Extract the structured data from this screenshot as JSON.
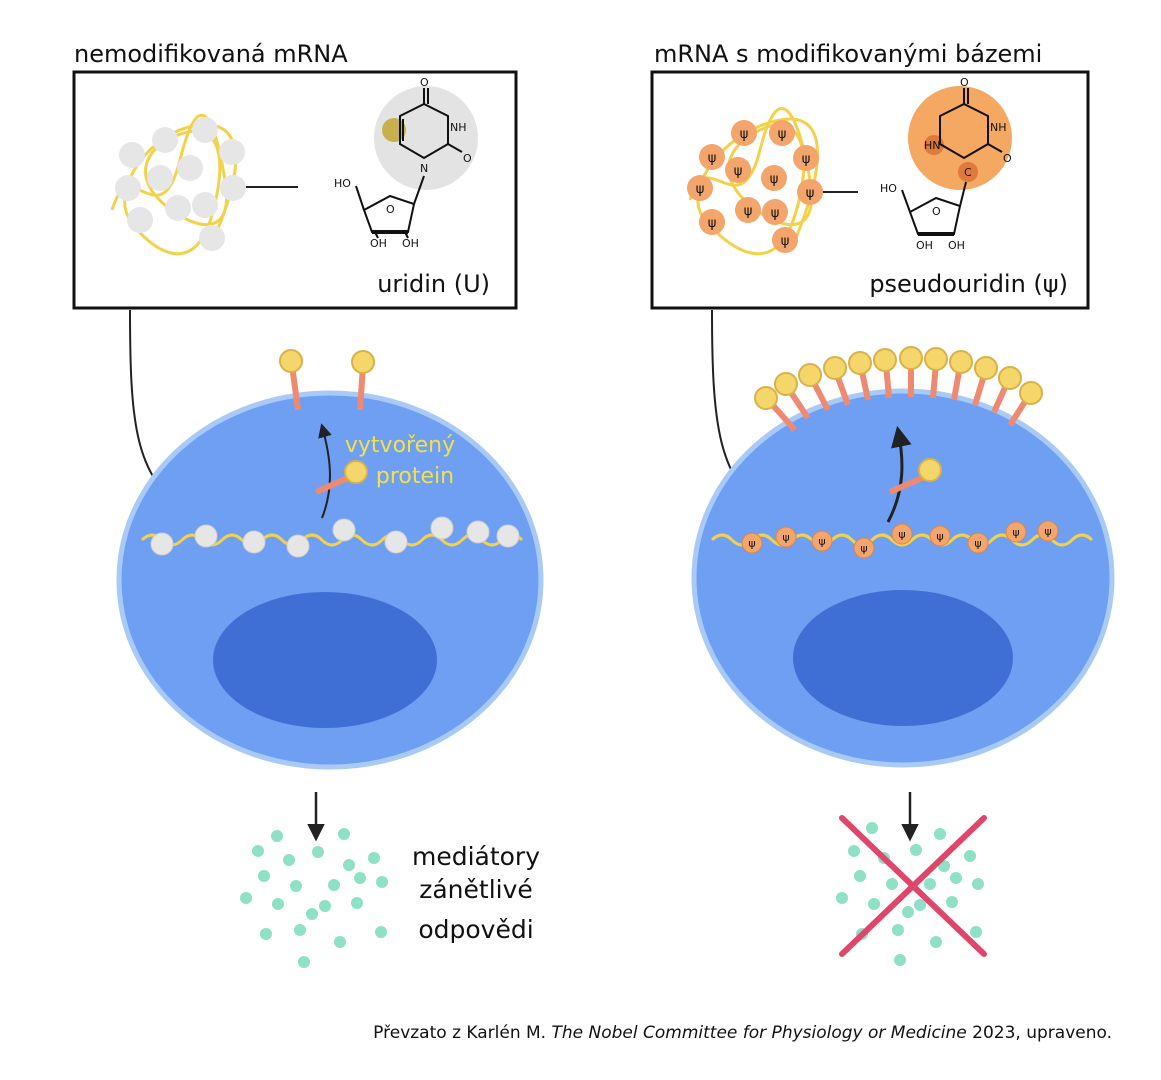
{
  "left_panel": {
    "title": "nemodifikovaná mRNA",
    "nucleoside_label": "uridin (U)",
    "chem": {
      "o": "O",
      "nh": "NH",
      "n": "N",
      "ho": "HO",
      "oh": "OH"
    },
    "protein_label_line1": "vytvořený",
    "protein_label_line2": "protein",
    "output_line1": "mediátory",
    "output_line2": "zánětlivé",
    "output_line3": "odpovědi"
  },
  "right_panel": {
    "title": "mRNA s modifikovanými bázemi",
    "nucleoside_label": "pseudouridin (ψ)",
    "base_symbol": "ψ",
    "chem": {
      "o": "O",
      "hn": "HN",
      "nh": "NH",
      "c": "C",
      "ho": "HO",
      "oh": "OH"
    }
  },
  "caption": {
    "prefix": "Převzato z Karlén M. ",
    "italic": "The Nobel Committee for Physiology or Medicine",
    "suffix": " 2023, upraveno."
  },
  "colors": {
    "cell": "#6f9ff2",
    "cell_edge": "#a9c9f7",
    "nucleus": "#3f6fd4",
    "mrna_strand": "#f2d24a",
    "uridine_base": "#e6e6e6",
    "pseudouridine_base": "#f3a56b",
    "protein_head": "#f5d66a",
    "protein_stem": "#ee8a72",
    "protein_label": "#f2e14a",
    "mediator": "#8ee0c6",
    "cross": "#e0466a"
  }
}
